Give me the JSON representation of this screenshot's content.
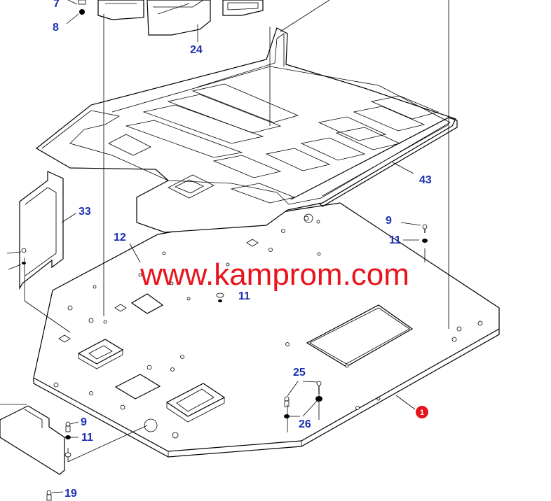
{
  "diagram": {
    "watermark": "www.kamprom.com",
    "callouts": {
      "p7": "7",
      "p8": "8",
      "p24": "24",
      "p43": "43",
      "p33": "33",
      "p12": "12",
      "p9a": "9",
      "p11a": "11",
      "p11b": "11",
      "p25": "25",
      "p26": "26",
      "p1": "1",
      "p9b": "9",
      "p11c": "11",
      "p19": "19"
    },
    "colors": {
      "callout_blue": "#1a2fb0",
      "watermark_red": "#e8141c",
      "line": "#000000"
    }
  }
}
